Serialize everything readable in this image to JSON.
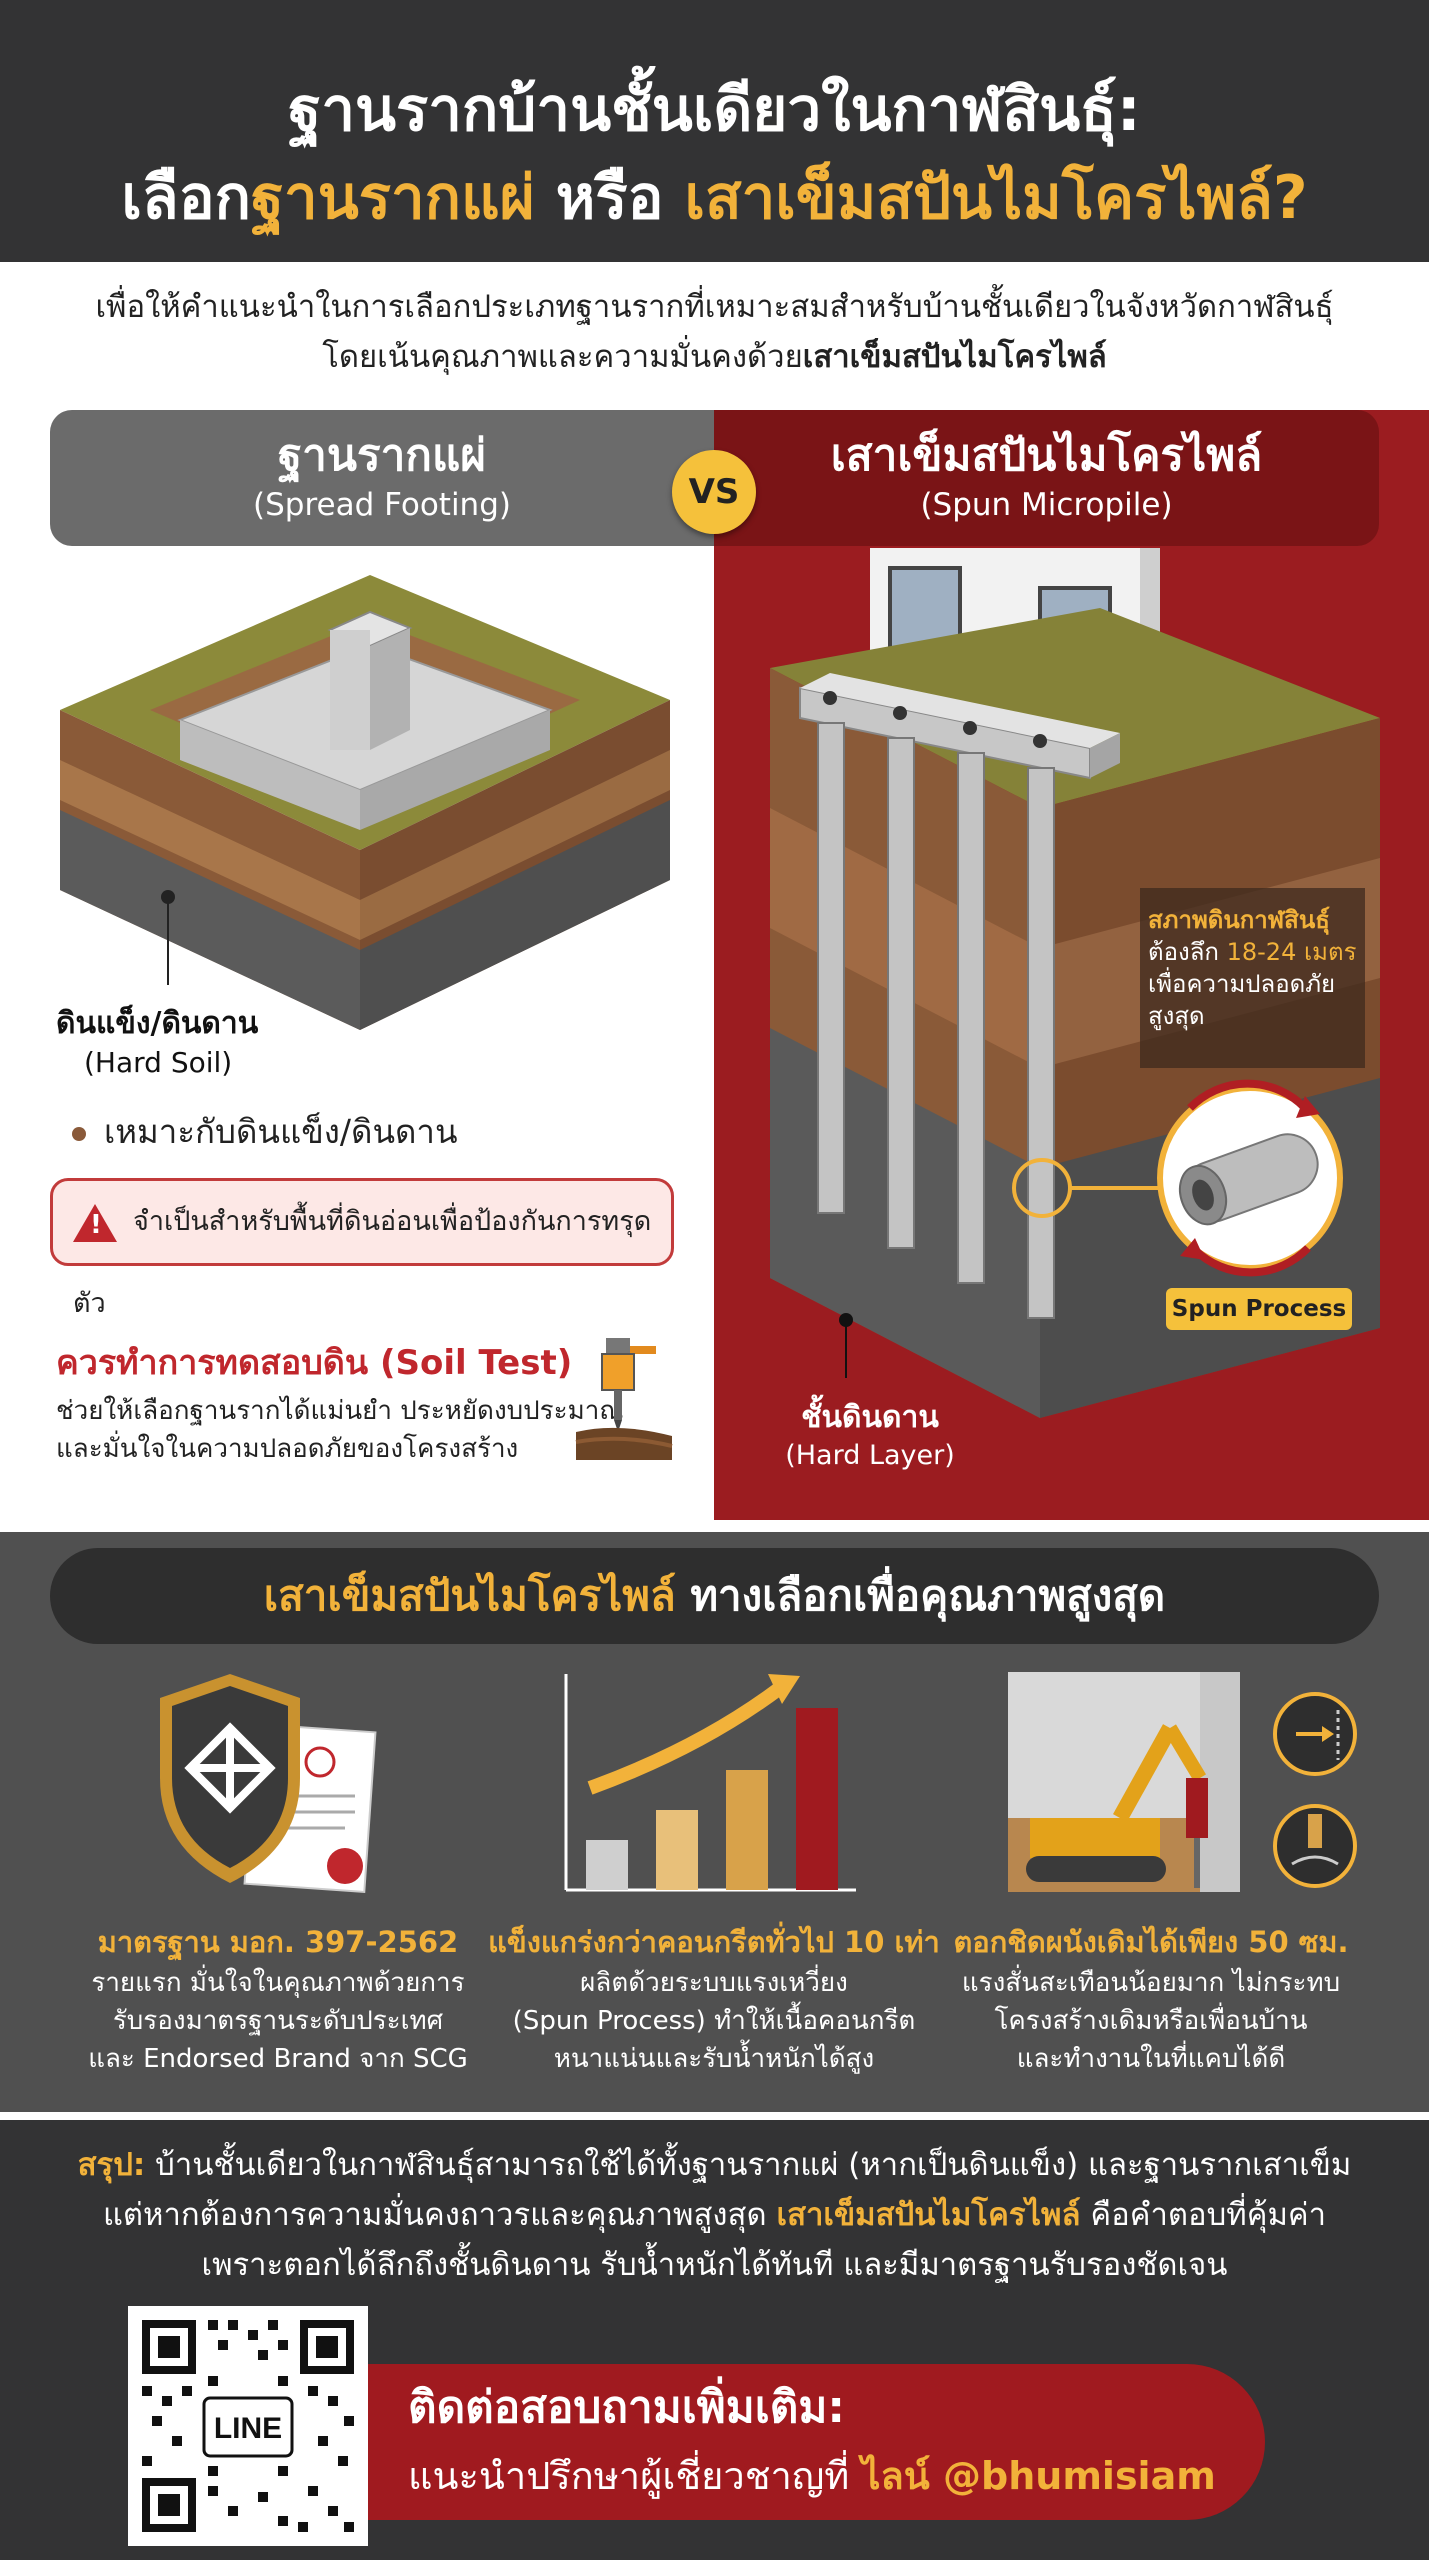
{
  "header": {
    "line1": "ฐานรากบ้านชั้นเดียวในกาฬสินธุ์:",
    "line2_pre": "เลือก",
    "line2_gold1": "ฐานรากแผ่",
    "line2_mid": " หรือ ",
    "line2_gold2": "เสาเข็มสปันไมโครไพล์?"
  },
  "intro": {
    "line1": "เพื่อให้คำแนะนำในการเลือกประเภทฐานรากที่เหมาะสมสำหรับบ้านชั้นเดียวในจังหวัดกาฬสินธุ์",
    "line2_pre": "โดยเน้นคุณภาพและความมั่นคงด้วย",
    "line2_bold": "เสาเข็มสปันไมโครไพล์"
  },
  "compare": {
    "vs": "VS",
    "left": {
      "title": "ฐานรากแผ่",
      "subtitle": "(Spread Footing)",
      "soil_label": "ดินแข็ง/ดินดาน",
      "soil_label_en": "(Hard Soil)",
      "bullet": "เหมาะกับดินแข็ง/ดินดาน",
      "warning": "จำเป็นสำหรับพื้นที่ดินอ่อนเพื่อป้องกันการทรุดตัว",
      "soil_test_title": "ควรทำการทดสอบดิน (Soil Test)",
      "soil_test_line1": "ช่วยให้เลือกฐานรากได้แม่นยำ ประหยัดงบประมาณ",
      "soil_test_line2": "และมั่นใจในความปลอดภัยของโครงสร้าง"
    },
    "right": {
      "title": "เสาเข็มสปันไมโครไพล์",
      "subtitle": "(Spun Micropile)",
      "callout_title": "สภาพดินกาฬสินธุ์",
      "callout_line1_pre": "ต้องลึก ",
      "callout_line1_gold": "18-24 เมตร",
      "callout_line2": "เพื่อความปลอดภัย",
      "callout_line3": "สูงสุด",
      "spun_label": "Spun Process",
      "hard_layer": "ชั้นดินดาน",
      "hard_layer_en": "(Hard Layer)"
    }
  },
  "features": {
    "heading_gold": "เสาเข็มสปันไมโครไพล์",
    "heading_rest": " ทางเลือกเพื่อคุณภาพสูงสุด",
    "items": [
      {
        "title": "มาตรฐาน มอก. 397-2562",
        "lines": [
          "รายแรก มั่นใจในคุณภาพด้วยการ",
          "รับรองมาตรฐานระดับประเทศ",
          "และ Endorsed Brand จาก SCG"
        ]
      },
      {
        "title": "แข็งแกร่งกว่าคอนกรีตทั่วไป 10 เท่า",
        "lines": [
          "ผลิตด้วยระบบแรงเหวี่ยง",
          "(Spun Process) ทำให้เนื้อคอนกรีต",
          "หนาแน่นและรับน้ำหนักได้สูง"
        ]
      },
      {
        "title": "ตอกชิดผนังเดิมได้เพียง 50 ซม.",
        "lines": [
          "แรงสั่นสะเทือนน้อยมาก ไม่กระทบ",
          "โครงสร้างเดิมหรือเพื่อนบ้าน",
          "และทำงานในที่แคบได้ดี"
        ]
      }
    ]
  },
  "summary": {
    "label": "สรุป:",
    "line1": " บ้านชั้นเดียวในกาฬสินธุ์สามารถใช้ได้ทั้งฐานรากแผ่ (หากเป็นดินแข็ง) และฐานรากเสาเข็ม",
    "line2_pre": "แต่หากต้องการความมั่นคงถาวรและคุณภาพสูงสุด ",
    "line2_gold": "เสาเข็มสปันไมโครไพล์",
    "line2_post": " คือคำตอบที่คุ้มค่า",
    "line3": "เพราะตอกได้ลึกถึงชั้นดินดาน รับน้ำหนักได้ทันที และมีมาตรฐานรับรองชัดเจน"
  },
  "contact": {
    "title": "ติดต่อสอบถามเพิ่มเติม:",
    "desc_pre": "แนะนำปรึกษาผู้เชี่ยวชาญที่ ",
    "desc_gold": "ไลน์ @bhumisiam",
    "qr_label": "LINE"
  },
  "colors": {
    "gold": "#f2b23a",
    "red": "#9b1c20",
    "dark": "#333334"
  }
}
